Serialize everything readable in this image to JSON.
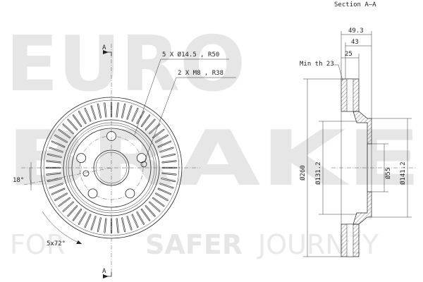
{
  "watermark": {
    "line1": "EURO",
    "line2": "BRAKE",
    "tagline_a": "FOR",
    "tagline_b": "SAFER",
    "tagline_c": "JOURNEY"
  },
  "section_title": "Section A–A",
  "section_marker": "A",
  "front_view": {
    "holes_note": "5 X Ø14.5 , R50",
    "threads_note": "2 X M8 , R38",
    "angle_label": "18°",
    "pitch_label": "5x72°",
    "vent_slot_count": 60
  },
  "section_view": {
    "min_thickness_label": "Min th 23",
    "dim_overall_width": "49.3",
    "dim_hat_height": "43",
    "dim_disc_thickness": "25",
    "dim_outer_diameter": "Ø260",
    "dim_hat_diameter": "Ø131.2",
    "dim_center_bore": "Ø55",
    "dim_hat_outer_diameter": "Ø141.2"
  },
  "colors": {
    "line": "#222222",
    "watermark": "#e6e6e6"
  }
}
